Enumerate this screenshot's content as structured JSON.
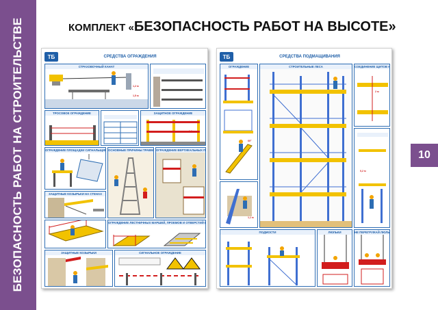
{
  "side_title": "БЕЗОПАСНОСТЬ РАБОТ НА СТРОИТЕЛЬСТВЕ",
  "page_number": "10",
  "header": {
    "prefix": "КОМПЛЕКТ «",
    "title": "БЕЗОПАСНОСТЬ РАБОТ НА ВЫСОТЕ",
    "suffix": "»"
  },
  "posters": [
    {
      "title": "Средства ограждения",
      "panels": [
        "СТРАХОВОЧНЫЙ КАНАТ",
        "ТРОСОВОЕ ОГРАЖДЕНИЕ",
        "ЗАЩИТНОЕ ОГРАЖДЕНИЕ",
        "ОГРАЖДЕНИЕ ПЛОЩАДКИ СИГНАЛЬЩИКА",
        "ОСНОВНЫЕ ПРИЧИНЫ ТРАВМАТИЗМА",
        "ОГРАЖДЕНИЕ ВЕРТИКАЛЬНЫХ ПРОЕМОВ",
        "ЗАЩИТНЫЕ КОЗЫРЬКИ НА СТЕНАХ",
        "ОГРАЖДЕНИЕ ЛЕСТНИЧНЫХ МАРШЕЙ, ПРОЕМОВ И ОТВЕРСТИЙ В ПЕРЕКРЫТИЯХ",
        "ЗАЩИТНЫЕ КОЗЫРЬКИ",
        "СИГНАЛЬНОЕ ОГРАЖДЕНИЕ"
      ],
      "notes": [
        "1,2 м",
        "1,5 м",
        "0,15 м",
        "1,1 м"
      ]
    },
    {
      "title": "Средства подмащивания",
      "panels": [
        "ОГРАЖДЕНИЕ",
        "СТРОИТЕЛЬНЫЕ ЛЕСА",
        "СОЕДИНЕНИЕ ЩИТОВ НАСТИЛА",
        "ПОДМОСТИ",
        "ЛЮЛЬКИ",
        "НЕ ПЕРЕГРУЖАЙ ЛЮЛЬКИ!"
      ],
      "notes": [
        "1,1 м",
        "2 м",
        "0,2 м",
        "60°"
      ]
    }
  ],
  "colors": {
    "band": "#7b4f8e",
    "poster_blue": "#2d6db3",
    "scaffold_yellow": "#f2c200",
    "scaffold_blue": "#3f6fd1"
  }
}
